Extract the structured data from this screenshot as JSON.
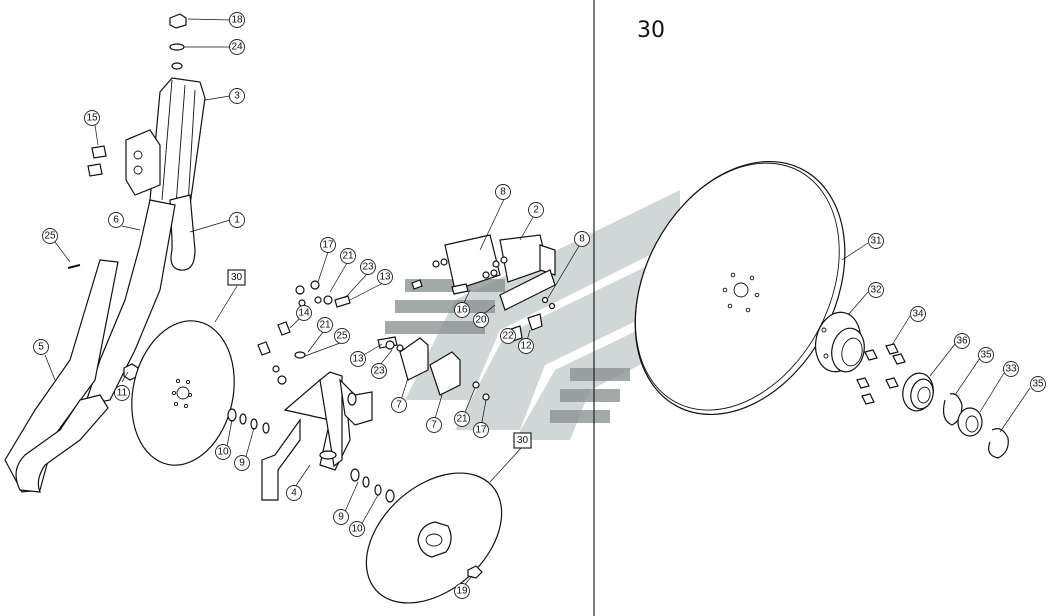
{
  "detail_title": "30",
  "callouts": {
    "c18": "18",
    "c24": "24",
    "c3": "3",
    "c15": "15",
    "c6": "6",
    "c1": "1",
    "c25": "25",
    "c5": "5",
    "c11": "11",
    "c30a": "30",
    "c17a": "17",
    "c21a": "21",
    "c23a": "23",
    "c13a": "13",
    "c14": "14",
    "c21b": "21",
    "c25b": "25",
    "c13b": "13",
    "c23b": "23",
    "c10a": "10",
    "c9a": "9",
    "c4": "4",
    "c9b": "9",
    "c10b": "10",
    "c8a": "8",
    "c2": "2",
    "c8b": "8",
    "c16": "16",
    "c20": "20",
    "c22": "22",
    "c12": "12",
    "c7a": "7",
    "c7b": "7",
    "c21c": "21",
    "c17b": "17",
    "c30b": "30",
    "c19": "19",
    "c31": "31",
    "c32": "32",
    "c34": "34",
    "c36": "36",
    "c35a": "35",
    "c33": "33",
    "c35b": "35"
  }
}
